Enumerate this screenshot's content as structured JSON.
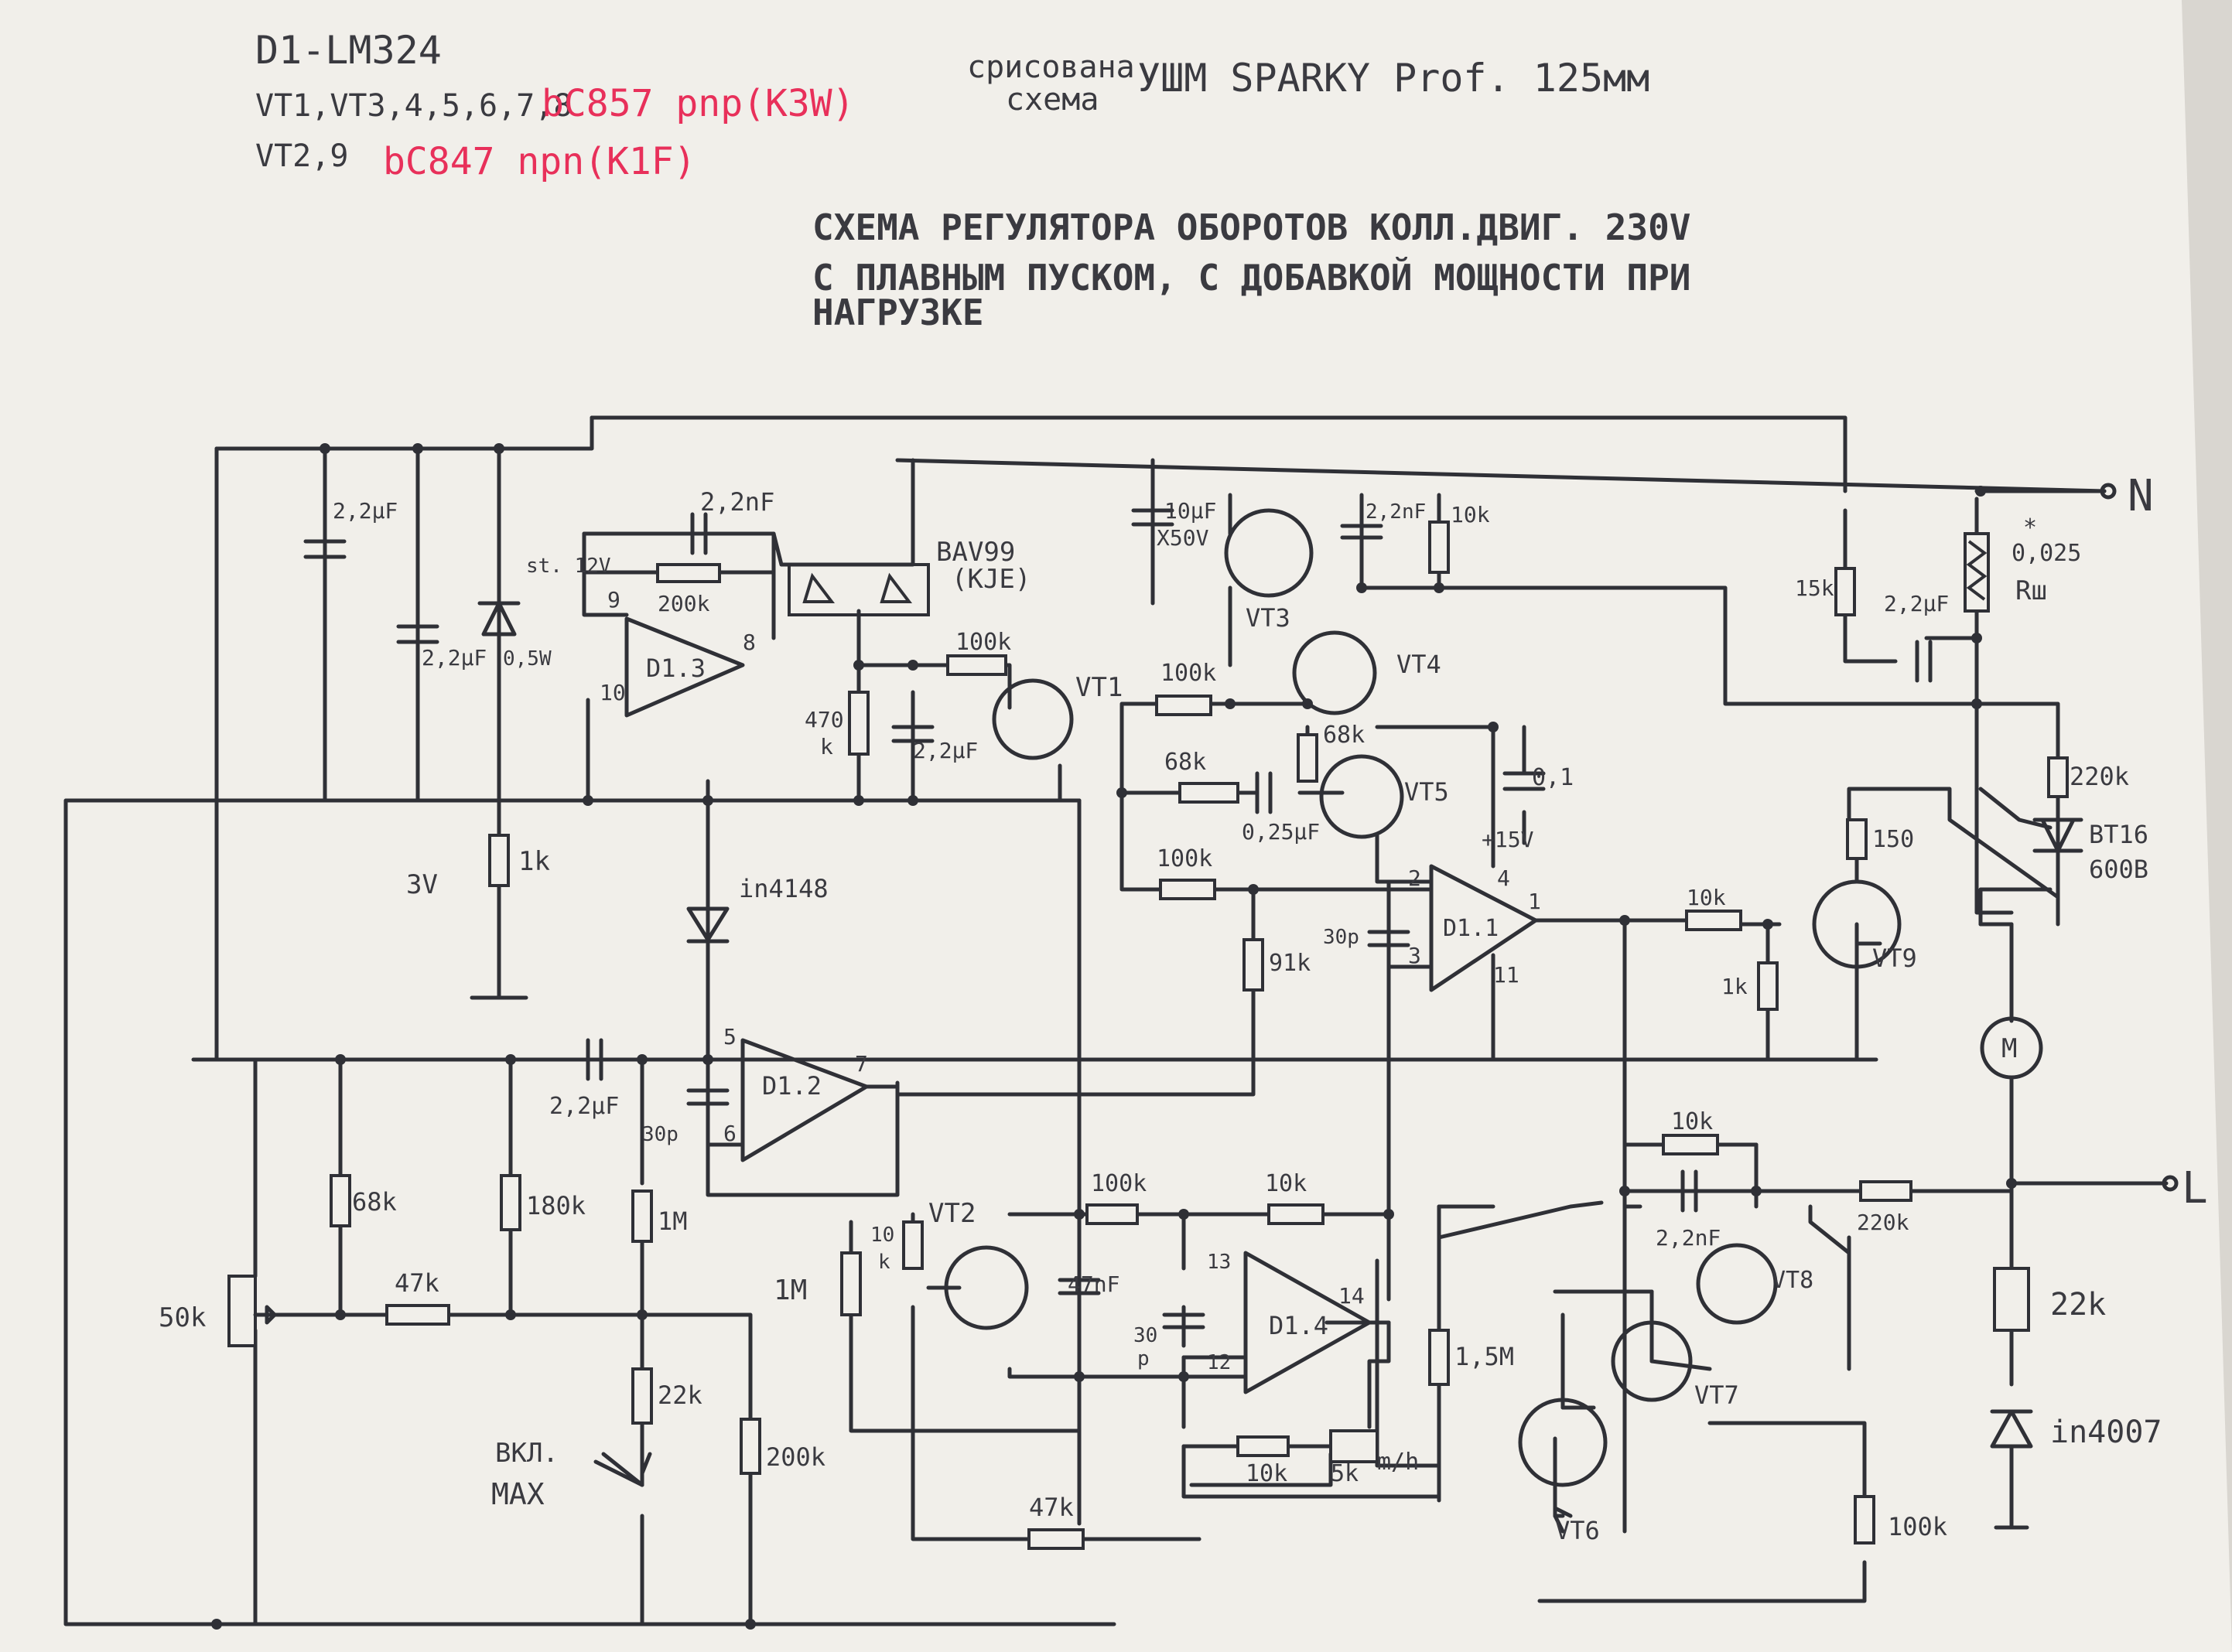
{
  "header": {
    "chip": "D1-LM324",
    "pnp_list": "VT1,VT3,4,5,6,7,8",
    "pnp_part": "bC857 pnp(K3W)",
    "npn_list": "VT2,9",
    "npn_part": "bC847 npn(K1F)",
    "source_line1": "срисована",
    "source_line2": "схема",
    "source_device": "УШМ SPARKY Prof. 125мм"
  },
  "title": {
    "line1": "СХЕМА РЕГУЛЯТОРА ОБОРОТОВ КОЛЛ.ДВИГ. 230V",
    "line2": "С ПЛАВНЫМ ПУСКОМ, С ДОБАВКОЙ МОЩНОСТИ ПРИ",
    "line3": "НАГРУЗКЕ"
  },
  "terminals": {
    "neutral": "N",
    "line": "L"
  },
  "opamps": {
    "d13": "D1.3",
    "d12": "D1.2",
    "d11": "D1.1",
    "d14": "D1.4"
  },
  "pins": {
    "p9": "9",
    "p8": "8",
    "p10": "10",
    "p5": "5",
    "p7": "7",
    "p6": "6",
    "p2": "2",
    "p4": "4",
    "p1": "1",
    "p3": "3",
    "p11": "11",
    "p13": "13",
    "p14": "14",
    "p12": "12"
  },
  "transistors": {
    "vt1": "VT1",
    "vt2": "VT2",
    "vt3": "VT3",
    "vt4": "VT4",
    "vt5": "VT5",
    "vt6": "VT6",
    "vt7": "VT7",
    "vt8": "VT8",
    "vt9": "VT9"
  },
  "parts": {
    "c_22uf_top": "2,2μF",
    "c_22uf_left": "2,2μF",
    "zener": "st. 12V",
    "zener_power": "0,5W",
    "c_fb_d13": "2,2nF",
    "r_200k_fb": "200k",
    "diode_bav99": "BAV99",
    "bav99_code": "(KJE)",
    "r_100k_vt1": "100k",
    "r_470k": "470",
    "r_470k_unit": "k",
    "c_22uf_vt1": "2,2μF",
    "c_10uf": "10μF",
    "c_10uf_v": "X50V",
    "c_22nf_vt3": "2,2nF",
    "r_10k_vt3": "10k",
    "r_100k_vt4": "100k",
    "r_68k_vt5": "68k",
    "r_68k_b": "68k",
    "c_025uf": "0,25μF",
    "r_100k_d11": "100k",
    "c_01": "0,1",
    "supply_15v": "+15V",
    "c_30p_d11": "30p",
    "r_91k": "91k",
    "voltage_3v": "3V",
    "r_1k_zener": "1k",
    "diode_in4148": "in4148",
    "c_22uf_d12": "2,2μF",
    "c_30p_d12": "30p",
    "r_68k_pot": "68k",
    "r_180k": "180k",
    "r_1m": "1M",
    "pot_50k": "50k",
    "r_47k_pot": "47k",
    "r_22k_sw": "22k",
    "switch_label1": "ВКЛ.",
    "switch_label2": "MAX",
    "r_200k_bottom": "200k",
    "r_1m_vt2": "1M",
    "r_10k_vt2": "10",
    "r_10k_vt2_unit": "k",
    "c_47nf": "47nF",
    "r_100k_d14": "100k",
    "r_10k_d14": "10k",
    "c_30p_d14": "30",
    "c_30p_d14_unit": "p",
    "r_10k_bottom": "10k",
    "trim_5k": "5k",
    "trim_5k_note": "m/h",
    "r_47k_bottom": "47k",
    "r_15m": "1,5M",
    "r_15k": "15k",
    "shunt": "0,025",
    "shunt_name": "Rш",
    "shunt_mark": "*",
    "c_22uf_shunt": "2,2μF",
    "r_220k_gate": "220k",
    "triac": "BT16",
    "triac_v": "600B",
    "r_150": "150",
    "r_10k_vt9": "10k",
    "r_1k_vt9": "1k",
    "motor": "M",
    "r_10k_vt8": "10k",
    "c_22nf_vt8": "2,2nF",
    "r_220k_line": "220k",
    "r_22k_line": "22k",
    "diode_in4007": "in4007",
    "r_100k_vt7": "100k"
  },
  "colors": {
    "paper": "#f1efea",
    "ink": "#2f3036",
    "pencil": "#3a3a40",
    "marker": "#e8305a"
  }
}
